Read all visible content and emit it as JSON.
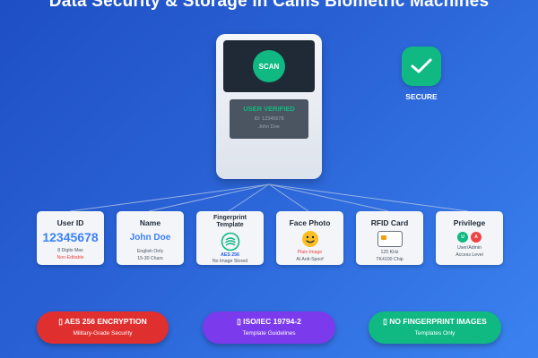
{
  "title": "Data Security & Storage in Cams Biometric Machines",
  "device": {
    "scan_label": "SCAN",
    "status": "USER VERIFIED",
    "id_line": "ID: 12345678",
    "name_line": "John Doe"
  },
  "secure": {
    "label": "SECURE"
  },
  "cards": [
    {
      "title": "User ID",
      "value": "12345678",
      "sub1": "8 Digits Max",
      "sub2": "Non-Editable"
    },
    {
      "title": "Name",
      "value": "John Doe",
      "sub1": "English Only",
      "sub2": "15-30 Chars"
    },
    {
      "title_line1": "Fingerprint",
      "title_line2": "Template",
      "sub1": "AES 256",
      "sub2": "No Image Stored"
    },
    {
      "title": "Face Photo",
      "sub1": "Plain Image",
      "sub2": "AI Anti-Spoof"
    },
    {
      "title": "RFID Card",
      "sub1": "125 KHz",
      "sub2": "TK4100 Chip"
    },
    {
      "title": "Privilege",
      "badge_user": "U",
      "badge_admin": "A",
      "sub1": "User/Admin",
      "sub2": "Access Level"
    }
  ],
  "pills": [
    {
      "title": "▯ AES 256 ENCRYPTION",
      "sub": "Military-Grade Security"
    },
    {
      "title": "▯ ISO/IEC 19794-2",
      "sub": "Template Guidelines"
    },
    {
      "title": "▯ NO FINGERPRINT IMAGES",
      "sub": "Templates Only"
    }
  ],
  "colors": {
    "green": "#10b981",
    "red": "#e02f2f",
    "purple": "#7c3aed",
    "blue": "#3b82f6",
    "background": "#2a63d6"
  }
}
